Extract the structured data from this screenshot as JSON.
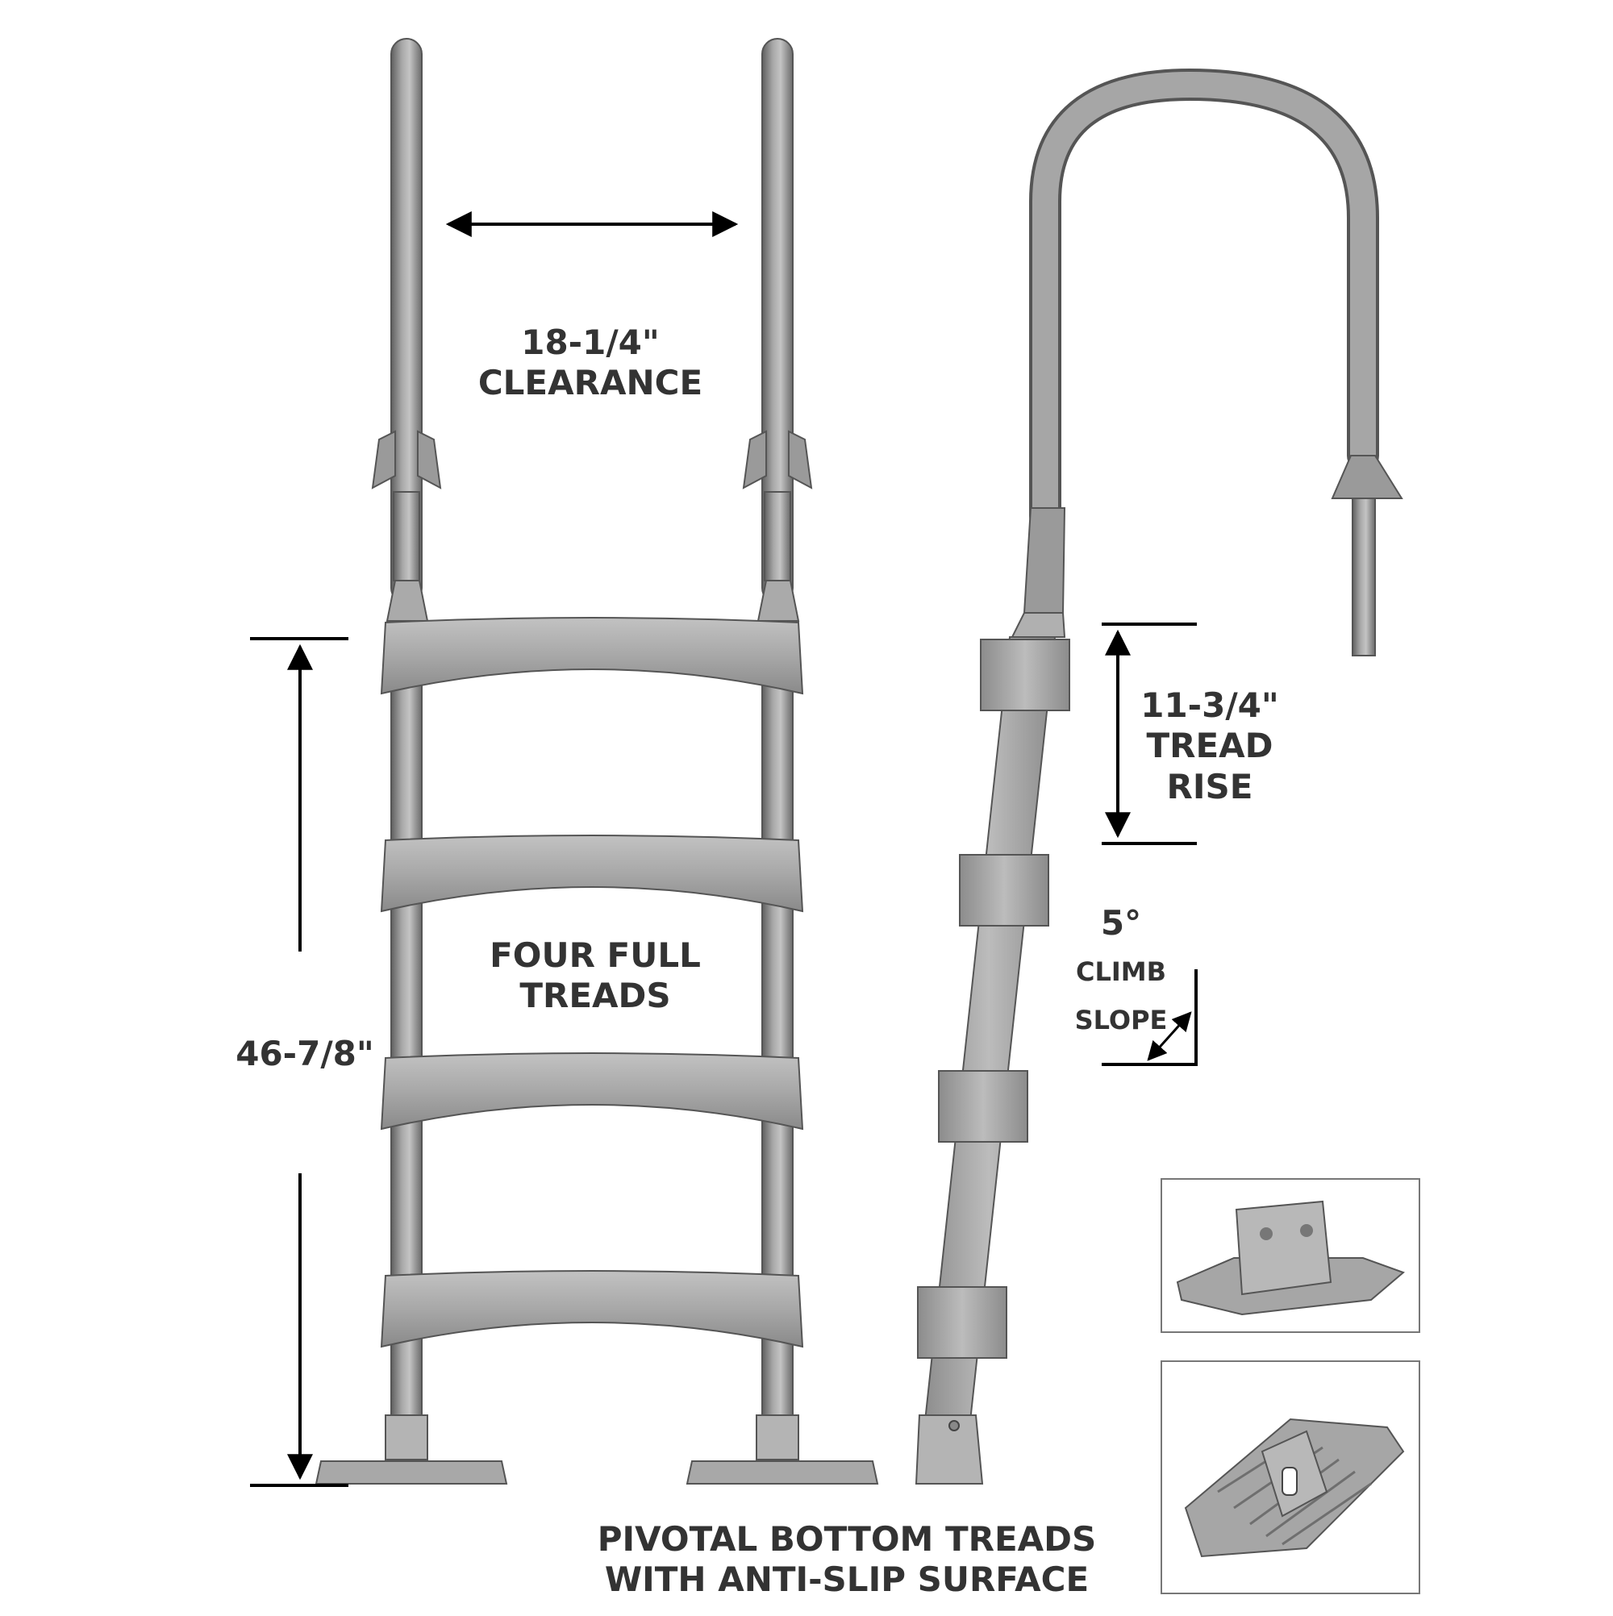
{
  "labels": {
    "clearance": {
      "value": "18-1/4\"",
      "text": "CLEARANCE"
    },
    "height": {
      "value": "46-7/8\""
    },
    "treads": {
      "line1": "FOUR FULL",
      "line2": "TREADS"
    },
    "rise": {
      "value": "11-3/4\"",
      "line2": "TREAD",
      "line3": "RISE"
    },
    "slope": {
      "value": "5°",
      "line2": "CLIMB",
      "line3": "SLOPE"
    },
    "bottom": {
      "line1": "PIVOTAL BOTTOM TREADS",
      "line2": "WITH ANTI-SLIP SURFACE"
    }
  },
  "colors": {
    "metal": "#8f8f8f",
    "metal_dark": "#555555",
    "tread": "#a6a6a6",
    "text": "#333333",
    "line": "#000000"
  }
}
